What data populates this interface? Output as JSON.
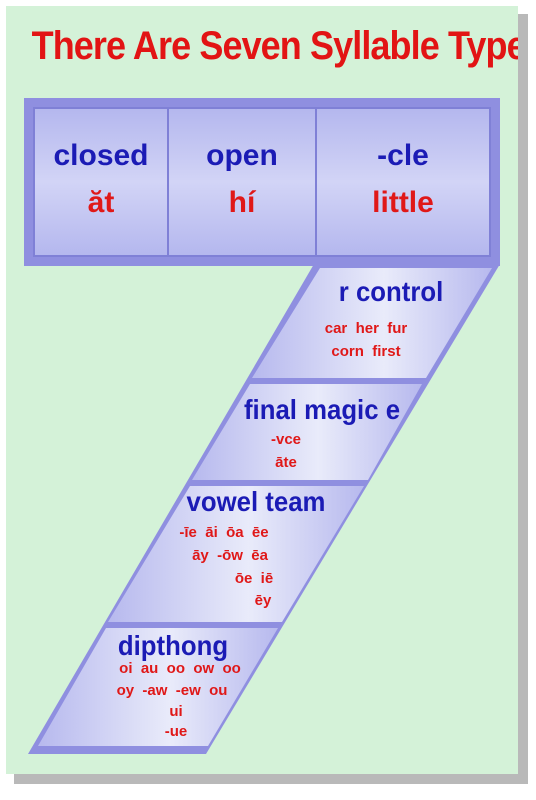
{
  "title": "There Are Seven Syllable Types",
  "top_cells": [
    {
      "name": "closed",
      "example": "ăt"
    },
    {
      "name": "open",
      "example": "hí"
    },
    {
      "name": "-cle",
      "example": "little"
    }
  ],
  "rows": {
    "r_control": {
      "name": "r control",
      "line1": "car  her  fur",
      "line2": "corn  first"
    },
    "final_magic_e": {
      "name": "final magic e",
      "line1": "-vce",
      "line2": "āte"
    },
    "vowel_team": {
      "name": "vowel team",
      "line1": "-īe  āi  ōa  ēe",
      "line2": "āy  -ōw  ēa",
      "line3": "ōe  iē",
      "line4": "ēy"
    },
    "dipthong": {
      "name": "dipthong",
      "line1": "oi  au  oo  ow  oo",
      "line2": "oy  -aw  -ew  ou",
      "line3": "ui",
      "line4": "-ue"
    }
  },
  "colors": {
    "background": "#d4f2d8",
    "title": "#e21414",
    "blue_text": "#1b1bb5",
    "red_text": "#e01818",
    "border": "#8f8fe0",
    "cell_fill": "#c9cbf1"
  }
}
